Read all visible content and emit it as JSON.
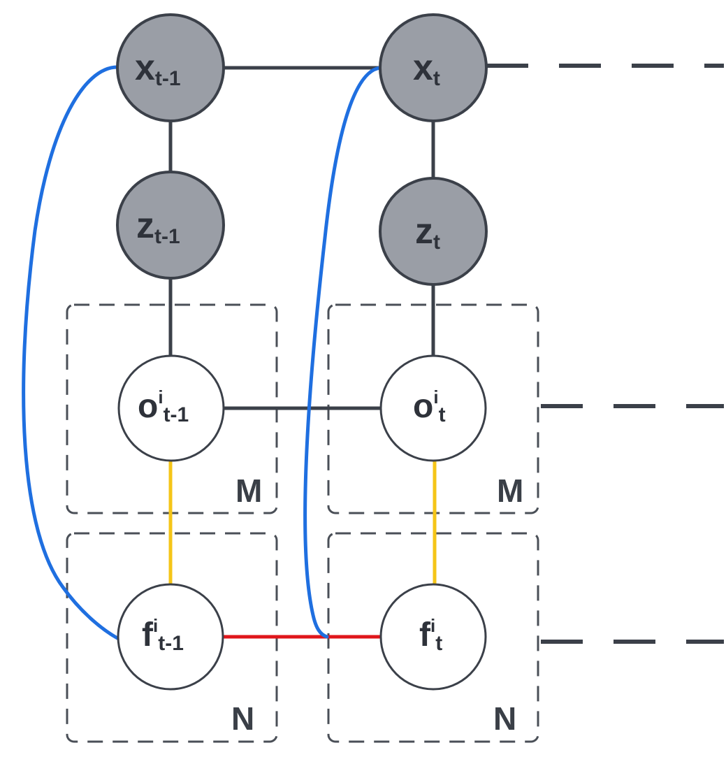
{
  "colors": {
    "edge": "#3b4049",
    "observed_fill": "#9a9ea6",
    "latent_fill": "#ffffff",
    "node_stroke": "#3b4049",
    "plate_stroke": "#4a4f57",
    "blue_edge": "#1f6fe0",
    "yellow_edge": "#f5c518",
    "red_edge": "#e0161b"
  },
  "nodes": {
    "x_prev": {
      "base": "x",
      "sub": "t-1",
      "sup": ""
    },
    "x_curr": {
      "base": "x",
      "sub": "t",
      "sup": ""
    },
    "z_prev": {
      "base": "z",
      "sub": "t-1",
      "sup": ""
    },
    "z_curr": {
      "base": "z",
      "sub": "t",
      "sup": ""
    },
    "o_prev": {
      "base": "o",
      "sub": "t-1",
      "sup": "i"
    },
    "o_curr": {
      "base": "o",
      "sub": "t",
      "sup": "i"
    },
    "f_prev": {
      "base": "f",
      "sub": "t-1",
      "sup": "i"
    },
    "f_curr": {
      "base": "f",
      "sub": "t",
      "sup": "i"
    }
  },
  "plates": {
    "m_prev": {
      "label": "M"
    },
    "m_curr": {
      "label": "M"
    },
    "n_prev": {
      "label": "N"
    },
    "n_curr": {
      "label": "N"
    }
  }
}
